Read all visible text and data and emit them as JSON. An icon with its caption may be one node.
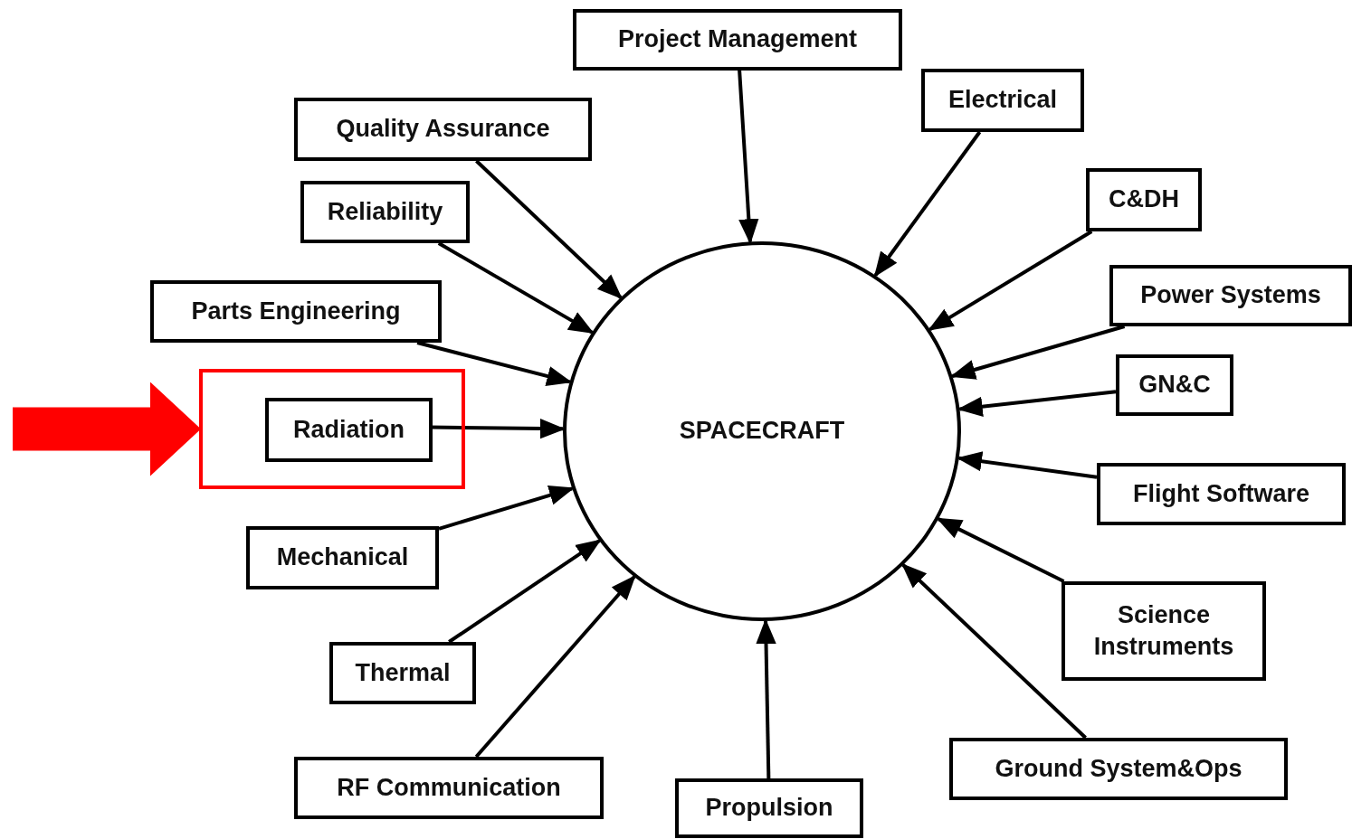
{
  "diagram": {
    "nodes": [
      {
        "text": [
          "SPACECRAFT"
        ]
      },
      {
        "text": [
          "Project Management"
        ]
      },
      {
        "text": [
          "Electrical"
        ]
      },
      {
        "text": [
          "C&DH"
        ]
      },
      {
        "text": [
          "Power Systems"
        ]
      },
      {
        "text": [
          "GN&C"
        ]
      },
      {
        "text": [
          "Flight Software"
        ]
      },
      {
        "text": [
          "Science Instruments"
        ]
      },
      {
        "text": [
          "Ground System&Ops"
        ]
      },
      {
        "text": [
          "Propulsion"
        ]
      },
      {
        "text": [
          "RF Communication"
        ]
      },
      {
        "text": [
          "Thermal"
        ]
      },
      {
        "text": [
          "Mechanical"
        ]
      },
      {
        "text": [],
        "shape": "box"
      },
      {
        "text": [
          "Radiation"
        ],
        "in": 13
      },
      {
        "text": [
          "Parts Engineering"
        ]
      },
      {
        "text": [
          "Reliability"
        ]
      },
      {
        "text": [
          "Quality Assurance"
        ]
      }
    ],
    "edges": [
      {
        "from": 1,
        "to": 0,
        "arrow": "to"
      },
      {
        "from": 2,
        "to": 0,
        "arrow": "to"
      },
      {
        "from": 3,
        "to": 0,
        "arrow": "to"
      },
      {
        "from": 4,
        "to": 0,
        "arrow": "to"
      },
      {
        "from": 5,
        "to": 0,
        "arrow": "to"
      },
      {
        "from": 6,
        "to": 0,
        "arrow": "to"
      },
      {
        "from": 7,
        "to": 0,
        "arrow": "to"
      },
      {
        "from": 8,
        "to": 0,
        "arrow": "to"
      },
      {
        "from": 9,
        "to": 0,
        "arrow": "to"
      },
      {
        "from": 10,
        "to": 0,
        "arrow": "to"
      },
      {
        "from": 11,
        "to": 0,
        "arrow": "to"
      },
      {
        "from": 12,
        "to": 0,
        "arrow": "to"
      },
      {
        "from": 14,
        "to": 0,
        "arrow": "to"
      },
      {
        "from": 15,
        "to": 0,
        "arrow": "to"
      },
      {
        "from": 16,
        "to": 0,
        "arrow": "to"
      },
      {
        "from": 17,
        "to": 0,
        "arrow": "to"
      },
      {
        "from": null,
        "to": 13,
        "arrow": "to",
        "style": "thick",
        "color": "#ff0000"
      }
    ]
  }
}
